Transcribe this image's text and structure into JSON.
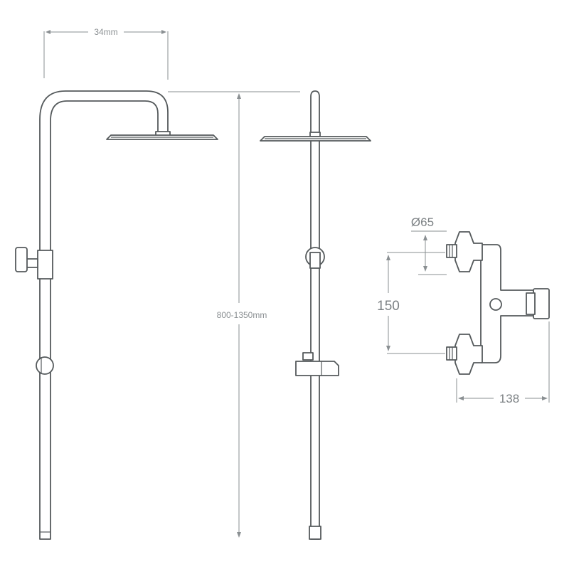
{
  "dimensions": {
    "head_arm_width": "34mm",
    "total_height": "800-1350mm",
    "valve_inlet_diameter": "Ø65",
    "valve_inlet_spacing": "150",
    "valve_depth": "138"
  }
}
